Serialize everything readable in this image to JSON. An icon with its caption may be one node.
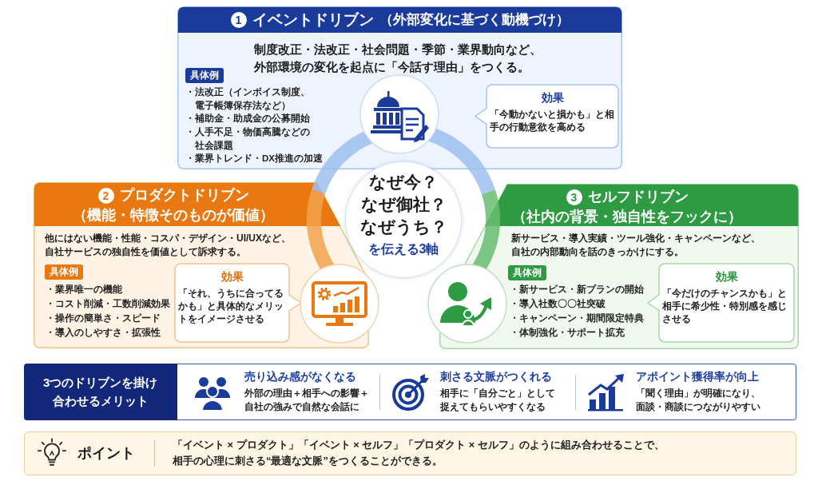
{
  "diagram": {
    "nodes": [
      {
        "text": [
          "1",
          "イベントドリブン",
          "（外部変化に基づく動機づけ）",
          "制度改正・法改正・社会問題・季節・業界動向など、外部環境の変化を起点に「今話す理由」をつくる。"
        ]
      },
      {
        "text": [
          "具体例"
        ],
        "in": 0,
        "beside": [
          "・法改正（インボイス制度、電子帳簿保存法など）",
          "・補助金・助成金の公募開始",
          "・人手不足・物価高騰などの社会課題",
          "・業界トレンド・DX推進の加速"
        ]
      },
      {
        "text": [
          "効果",
          "「今動かないと損かも」と相手の行動意欲を高める"
        ],
        "in": 0
      },
      {
        "text": [
          "なぜ今？",
          "なぜ御社？",
          "なぜうち？",
          "を伝える3軸"
        ]
      },
      {
        "text": [
          "2",
          "プロダクトドリブン",
          "（機能・特徴そのものが価値）",
          "他にはない機能・性能・コスパ・デザイン・UI/UXなど、自社サービスの独自性を価値として訴求する。"
        ]
      },
      {
        "text": [
          "具体例"
        ],
        "in": 4,
        "beside": [
          "・業界唯一の機能",
          "・コスト削減・工数削減効果",
          "・操作の簡単さ・スピード",
          "・導入のしやすさ・拡張性"
        ]
      },
      {
        "text": [
          "効果",
          "「それ、うちに合ってるかも」と具体的なメリットをイメージさせる"
        ],
        "in": 4
      },
      {
        "text": [
          "3",
          "セルフドリブン",
          "（社内の背景・独自性をフックに）",
          "新サービス・導入実績・ツール強化・キャンペーンなど、自社の内部動向を話のきっかけにする。"
        ]
      },
      {
        "text": [
          "具体例"
        ],
        "in": 7,
        "beside": [
          "・新サービス・新プランの開始",
          "・導入社数〇〇社突破",
          "・キャンペーン・期間限定特典",
          "・体制強化・サポート拡充"
        ]
      },
      {
        "text": [
          "効果",
          "「今だけのチャンスかも」と相手に希少性・特別感を感じさせる"
        ],
        "in": 7
      },
      {
        "text": [
          "売り込み感がなくなる",
          "外部の理由＋相手への影響＋自社の強みで自然な会話に",
          "刺さる文脈がつくれる",
          "相手に「自分ごと」として捉えてもらいやすくなる",
          "アポイント獲得率が向上",
          "「聞く理由」が明確になり、面談・商談につながりやすい"
        ]
      },
      {
        "text": [
          "3つのドリブンを掛け合わせるメリット"
        ],
        "in": 10
      },
      {
        "text": [
          "ポイント",
          "「イベント × プロダクト」「イベント × セルフ」「プロダクト × セルフ」のように組み合わせることで、相手の心理に刺さる**“最適な文脈”**をつくることができる。"
        ]
      }
    ]
  }
}
